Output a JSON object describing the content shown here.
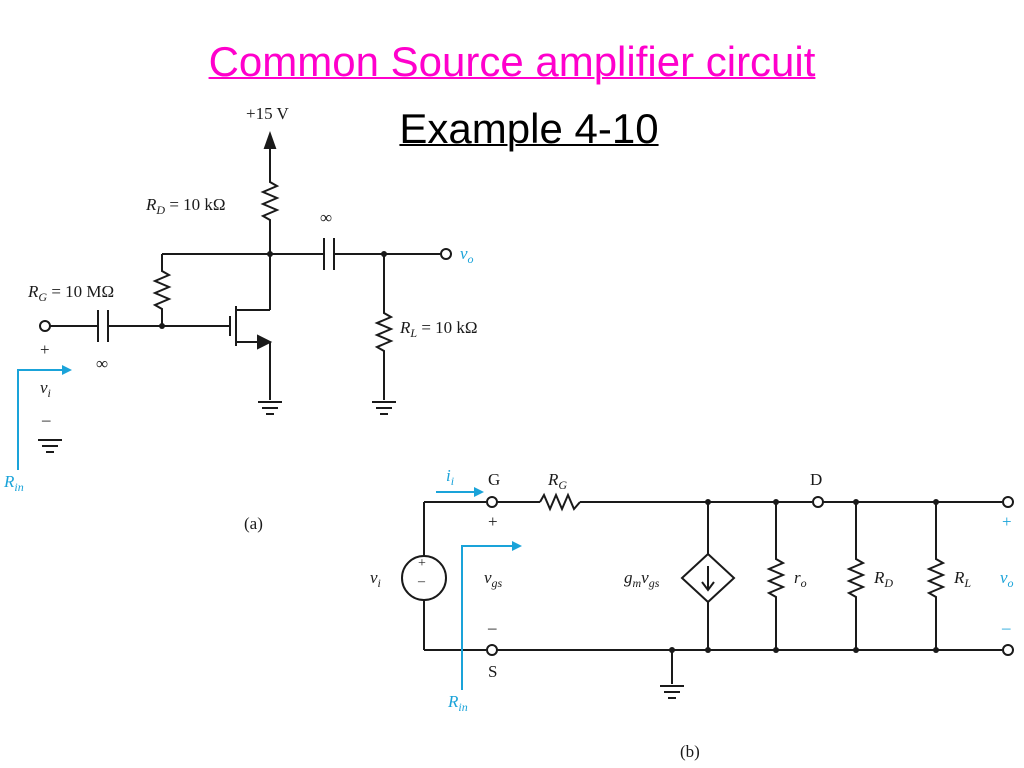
{
  "slide": {
    "title": "Common Source amplifier circuit",
    "subtitle": "Example 4-10",
    "title_color": "#ff00cc",
    "accent_color": "#1aa3d9"
  },
  "circuit_a": {
    "caption": "(a)",
    "supply": "+15 V",
    "rd_label": "R",
    "rd_sub": "D",
    "rd_value": " = 10 kΩ",
    "rg_label": "R",
    "rg_sub": "G",
    "rg_value": " = 10 MΩ",
    "rl_label": "R",
    "rl_sub": "L",
    "rl_value": " = 10 kΩ",
    "cap_out": "∞",
    "cap_in": "∞",
    "vo": "v",
    "vo_sub": "o",
    "vi": "v",
    "vi_sub": "i",
    "plus": "+",
    "minus": "–",
    "rin": "R",
    "rin_sub": "in"
  },
  "circuit_b": {
    "caption": "(b)",
    "g": "G",
    "s": "S",
    "d": "D",
    "ii": "i",
    "ii_sub": "i",
    "rg": "R",
    "rg_sub": "G",
    "vi": "v",
    "vi_sub": "i",
    "vgs": "v",
    "vgs_sub": "gs",
    "plus": "+",
    "minus": "–",
    "gm": "g",
    "gm_sub": "m",
    "gm_v": "v",
    "gm_vsub": "gs",
    "ro": "r",
    "ro_sub": "o",
    "rd": "R",
    "rd_sub": "D",
    "rl": "R",
    "rl_sub": "L",
    "vo": "v",
    "vo_sub": "o",
    "out_plus": "+",
    "out_minus": "–",
    "rin": "R",
    "rin_sub": "in",
    "src_plus": "+",
    "src_minus": "–"
  }
}
